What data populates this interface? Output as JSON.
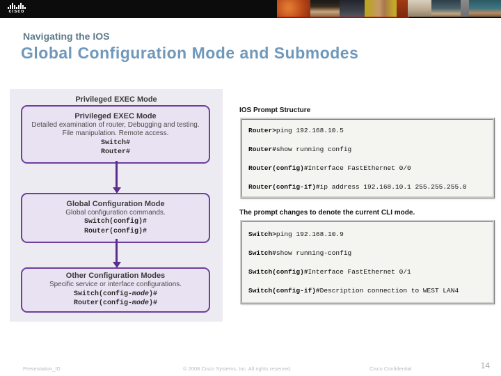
{
  "banner": {
    "logo": "cisco"
  },
  "header": {
    "subtitle": "Navigating the IOS",
    "title": "Global Configuration Mode and Submodes"
  },
  "diagram": {
    "header_label": "Privileged EXEC Mode",
    "boxes": [
      {
        "title": "Privileged EXEC Mode",
        "line1": "Detailed examination of router, Debugging and testing.",
        "line2": "File manipulation. Remote access.",
        "prompt1": "Switch#",
        "prompt2": "Router#"
      },
      {
        "title": "Global Configuration Mode",
        "line1": "Global configuration commands.",
        "prompt1": "Switch(config)#",
        "prompt2": "Router(config)#"
      },
      {
        "title": "Other Configuration Modes",
        "line1": "Specific service or interface configurations.",
        "prompt1_pre": "Switch(config-",
        "prompt1_em": "mode",
        "prompt1_post": ")#",
        "prompt2_pre": "Router(config-",
        "prompt2_em": "mode",
        "prompt2_post": ")#"
      }
    ]
  },
  "cli": {
    "label1": "IOS Prompt Structure",
    "terminal1": [
      {
        "prompt": "Router>",
        "command": "ping 192.168.10.5"
      },
      {
        "prompt": "Router#",
        "command": "show running config"
      },
      {
        "prompt": "Router(config)#",
        "command": "Interface FastEthernet 0/0"
      },
      {
        "prompt": "Router(config-if)#",
        "command": "ip address 192.168.10.1 255.255.255.0"
      }
    ],
    "label2": "The prompt changes to denote the current CLI mode.",
    "terminal2": [
      {
        "prompt": "Switch>",
        "command": "ping 192.168.10.9"
      },
      {
        "prompt": "Switch#",
        "command": "show running-config"
      },
      {
        "prompt": "Switch(config)#",
        "command": "Interface FastEthernet 0/1"
      },
      {
        "prompt": "Switch(config-if)#",
        "command": "Description connection to WEST LAN4"
      }
    ]
  },
  "footer": {
    "presentation_id": "Presentation_ID",
    "copyright": "© 2008 Cisco Systems, Inc. All rights reserved.",
    "confidential": "Cisco Confidential",
    "page": "14"
  },
  "colors": {
    "box_border_purple": "#6e3f9b",
    "arrow_purple": "#5b2d8e",
    "box_fill": "#e9e2f2",
    "panel_bg": "#edebf2",
    "title_blue": "#6f98ba",
    "subtitle_slate": "#5e7a8a",
    "banner_red": "#cc0000",
    "banner_black": "#0c0c0c"
  }
}
